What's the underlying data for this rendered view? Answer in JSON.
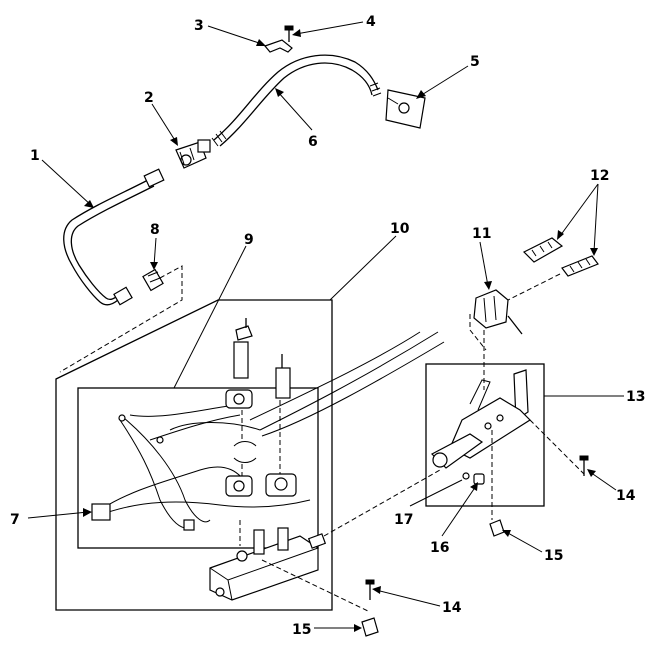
{
  "callouts": {
    "c1": "1",
    "c2": "2",
    "c3": "3",
    "c4": "4",
    "c5": "5",
    "c6": "6",
    "c7": "7",
    "c8": "8",
    "c9": "9",
    "c10": "10",
    "c11": "11",
    "c12": "12",
    "c13": "13",
    "c14a": "14",
    "c14b": "14",
    "c15a": "15",
    "c15b": "15",
    "c16": "16",
    "c17": "17"
  }
}
